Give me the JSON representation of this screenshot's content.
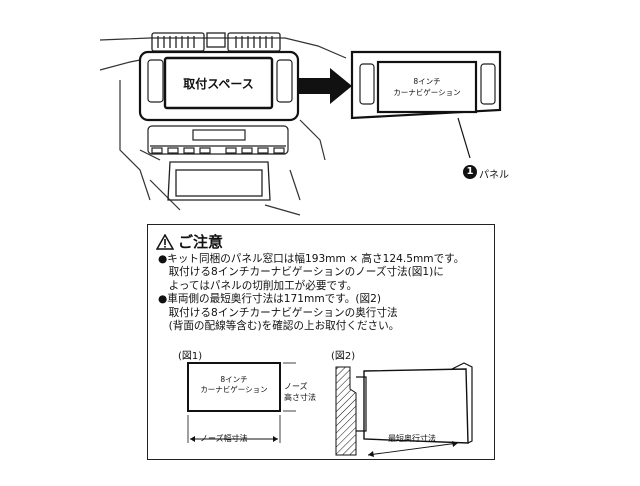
{
  "top_diagram": {
    "mount_space_label": "取付スペース",
    "navi_label_line1": "8インチ",
    "navi_label_line2": "カーナビゲーション",
    "panel_callout_number": "1",
    "panel_callout_label": "パネル"
  },
  "caution": {
    "title": "ご注意",
    "line1": "●キット同梱のパネル窓口は幅193mm × 高さ124.5mmです。",
    "line2": "　取付ける8インチカーナビゲーションのノーズ寸法(図1)に",
    "line3": "　よってはパネルの切削加工が必要です。",
    "line4": "●車両側の最短奥行寸法は171mmです。(図2)",
    "line5": "　取付ける8インチカーナビゲーションの奥行寸法",
    "line6": "　(背面の配線等含む)を確認の上お取付ください。"
  },
  "fig1": {
    "label": "(図1)",
    "navi_line1": "8インチ",
    "navi_line2": "カーナビゲーション",
    "height_line1": "ノーズ",
    "height_line2": "高さ寸法",
    "width_label": "ノーズ幅寸法"
  },
  "fig2": {
    "label": "(図2)",
    "depth_label": "最短奥行寸法"
  },
  "icons": [
    "warning-icon",
    "arrow-right-icon",
    "callout-circle-icon"
  ]
}
